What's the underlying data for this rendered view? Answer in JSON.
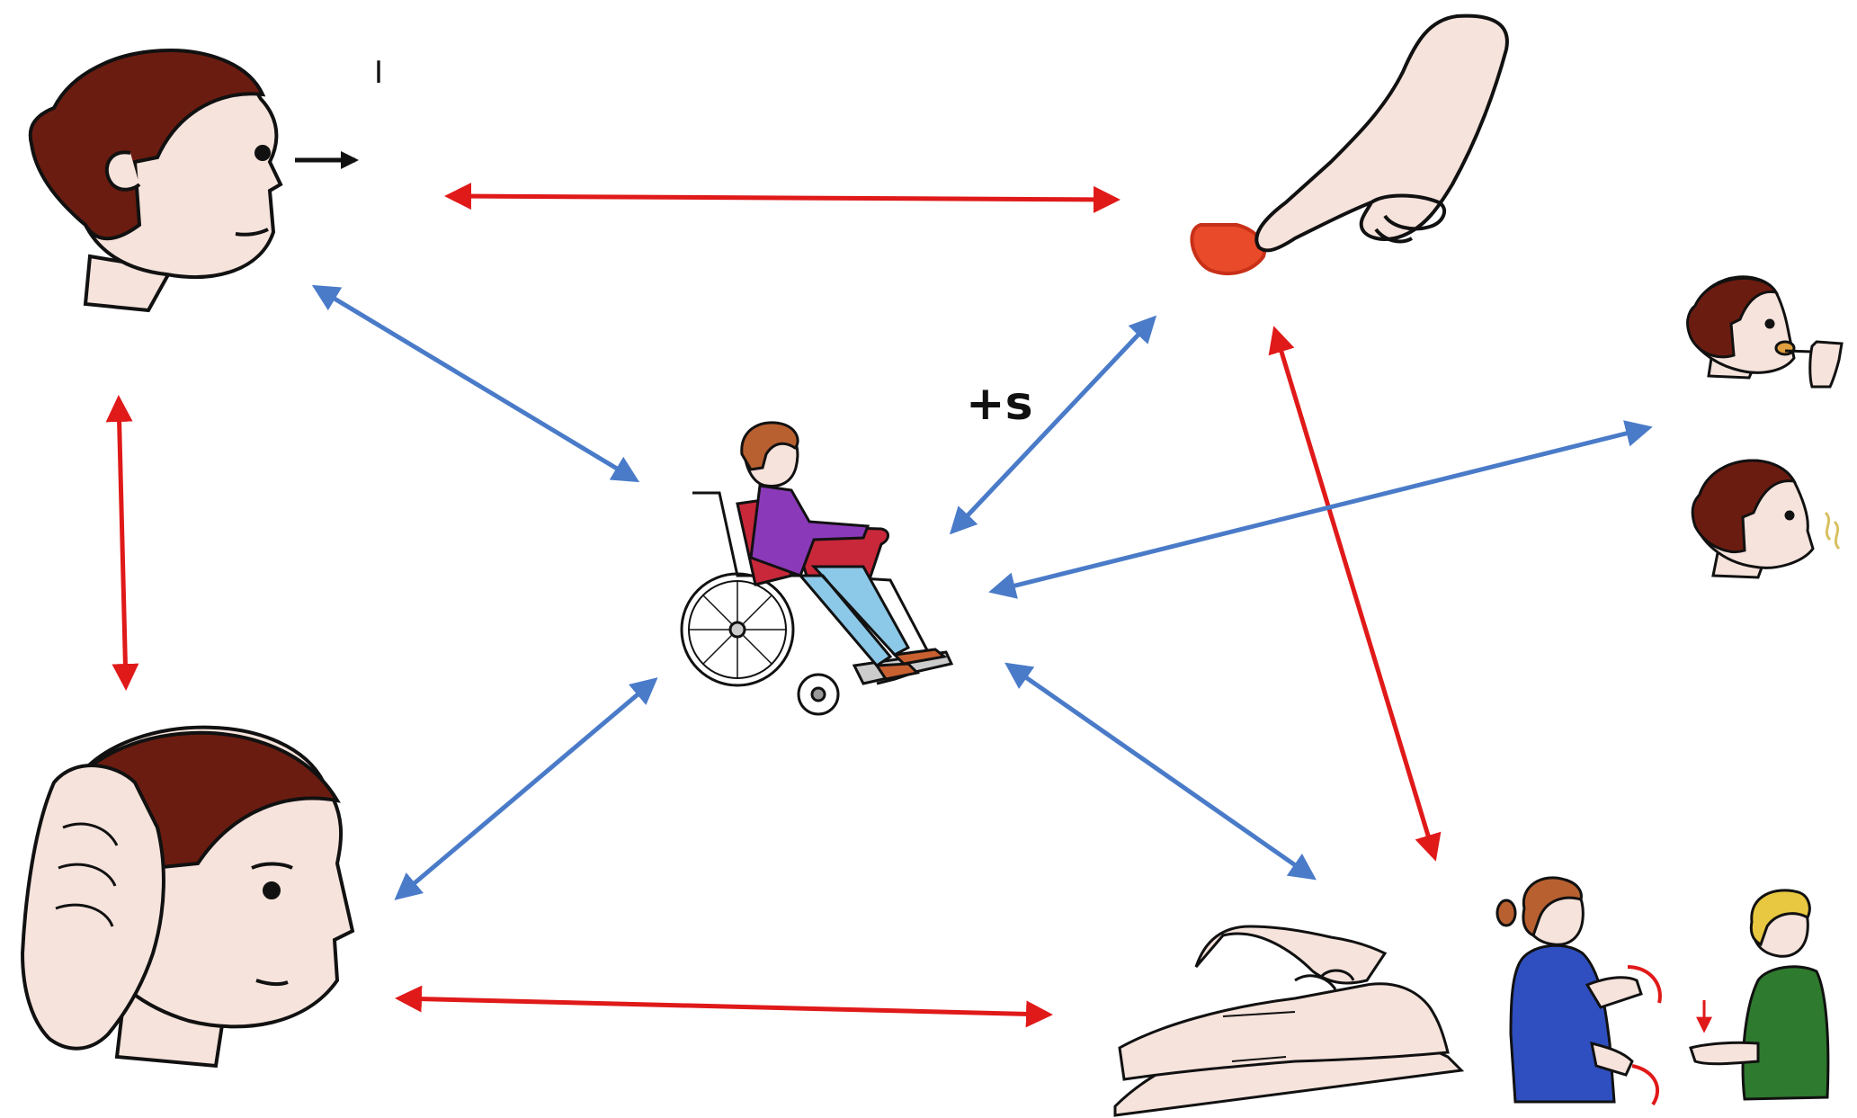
{
  "diagram": {
    "annotations": {
      "tick": "I",
      "plus_s": "+s"
    },
    "nodes": [
      {
        "id": "look",
        "icon": "eye-gaze-head-icon"
      },
      {
        "id": "point",
        "icon": "pointing-hand-icon"
      },
      {
        "id": "center",
        "icon": "wheelchair-child-icon"
      },
      {
        "id": "taste",
        "icon": "tasting-head-icon"
      },
      {
        "id": "smell",
        "icon": "smelling-head-icon"
      },
      {
        "id": "listen",
        "icon": "listening-head-icon"
      },
      {
        "id": "touch",
        "icon": "touching-hands-icon"
      },
      {
        "id": "sign",
        "icon": "sign-language-people-icon"
      }
    ],
    "colors": {
      "red_arrow": "#e01919",
      "blue_arrow": "#4a7bc8",
      "hair": "#6b1c10",
      "skin": "#f6e3dc"
    }
  }
}
